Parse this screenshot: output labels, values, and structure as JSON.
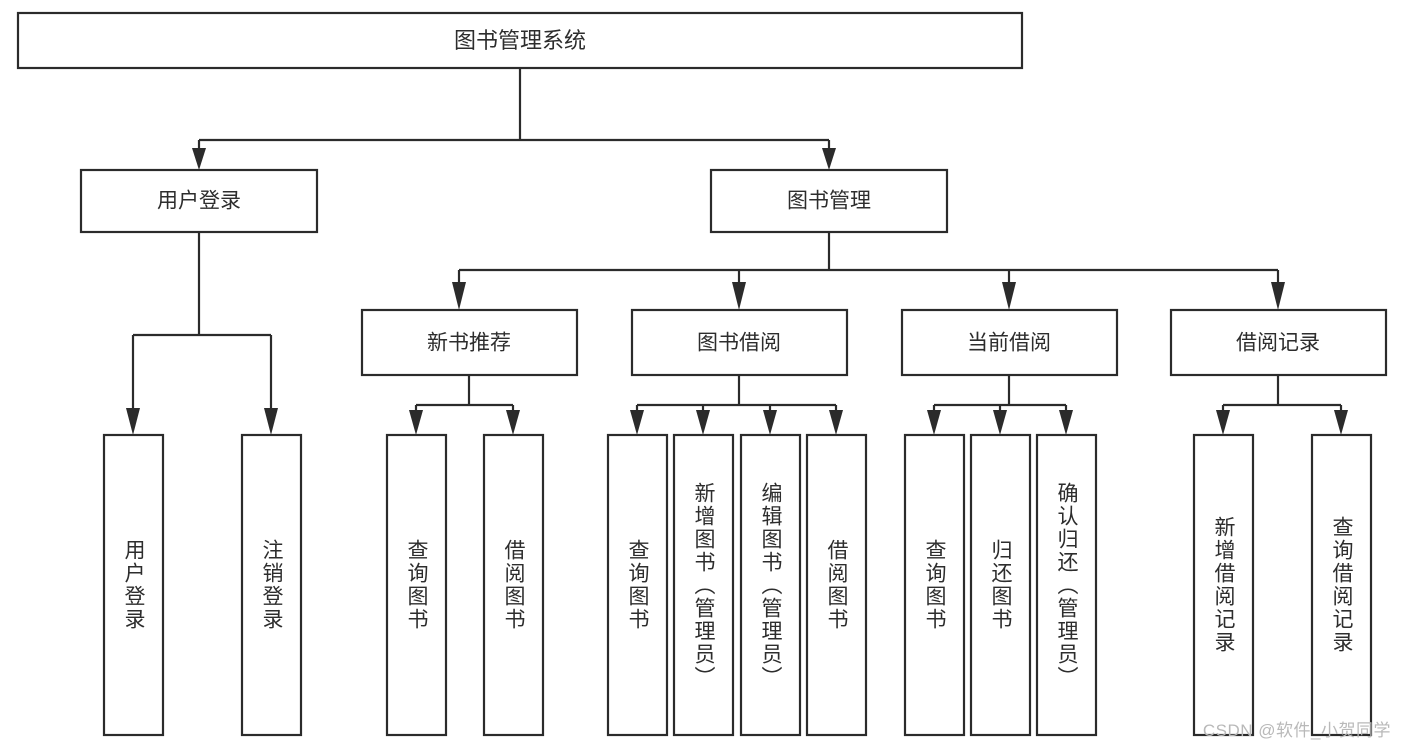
{
  "diagram": {
    "title": "图书管理系统",
    "type": "tree",
    "watermark": "CSDN @软件_小贺同学",
    "colors": {
      "stroke": "#2b2b2b",
      "fill": "#ffffff",
      "text": "#2d2d2d",
      "watermark": "#b9b9b9",
      "background": "#ffffff"
    },
    "levels": {
      "root": {
        "label": "图书管理系统"
      },
      "level2": [
        {
          "label": "用户登录"
        },
        {
          "label": "图书管理"
        }
      ],
      "level3": [
        {
          "label": "新书推荐"
        },
        {
          "label": "图书借阅"
        },
        {
          "label": "当前借阅"
        },
        {
          "label": "借阅记录"
        }
      ],
      "leaves": [
        {
          "label": "用户登录",
          "parent": "用户登录"
        },
        {
          "label": "注销登录",
          "parent": "用户登录"
        },
        {
          "label": "查询图书",
          "parent": "新书推荐"
        },
        {
          "label": "借阅图书",
          "parent": "新书推荐"
        },
        {
          "label": "查询图书",
          "parent": "图书借阅"
        },
        {
          "label": "新增图书（管理员）",
          "parent": "图书借阅"
        },
        {
          "label": "编辑图书（管理员）",
          "parent": "图书借阅"
        },
        {
          "label": "借阅图书",
          "parent": "图书借阅"
        },
        {
          "label": "查询图书",
          "parent": "当前借阅"
        },
        {
          "label": "归还图书",
          "parent": "当前借阅"
        },
        {
          "label": "确认归还（管理员）",
          "parent": "当前借阅"
        },
        {
          "label": "新增借阅记录",
          "parent": "借阅记录"
        },
        {
          "label": "查询借阅记录",
          "parent": "借阅记录"
        }
      ]
    }
  }
}
